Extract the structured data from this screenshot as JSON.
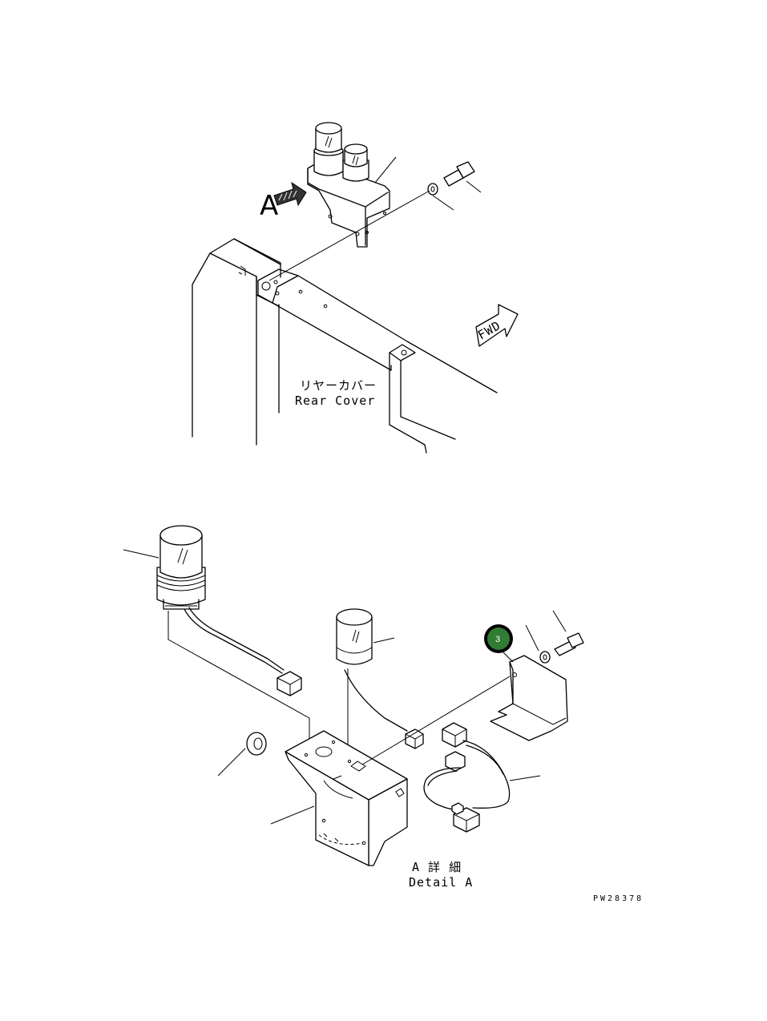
{
  "labels": {
    "view_arrow": "A",
    "fwd": "FWD",
    "rear_cover_jp": "リヤーカバー",
    "rear_cover_en": "Rear Cover",
    "detail_jp": "A 詳 細",
    "detail_en": "Detail A",
    "drawing_code": "PW28378"
  },
  "callouts": [
    {
      "number": "3",
      "color": "#2e7d32"
    }
  ],
  "colors": {
    "line": "#000000",
    "callout_fill": "#2e7d32",
    "callout_ring": "#000000"
  }
}
